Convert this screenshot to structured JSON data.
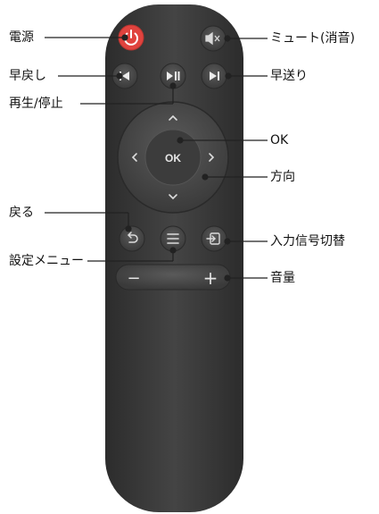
{
  "labels": {
    "power": "電源",
    "mute": "ミュート(消音)",
    "rewind": "早戻し",
    "forward": "早送り",
    "play_pause": "再生/停止",
    "ok": "OK",
    "direction": "方向",
    "back": "戻る",
    "input": "入力信号切替",
    "menu": "設定メニュー",
    "volume": "音量"
  },
  "buttons": {
    "ok_text": "OK",
    "volume_minus": "−",
    "volume_plus": "+"
  },
  "colors": {
    "body": "#3b3b3b",
    "button": "#4a4a4a",
    "power": "#e0433e",
    "line": "#222222"
  }
}
